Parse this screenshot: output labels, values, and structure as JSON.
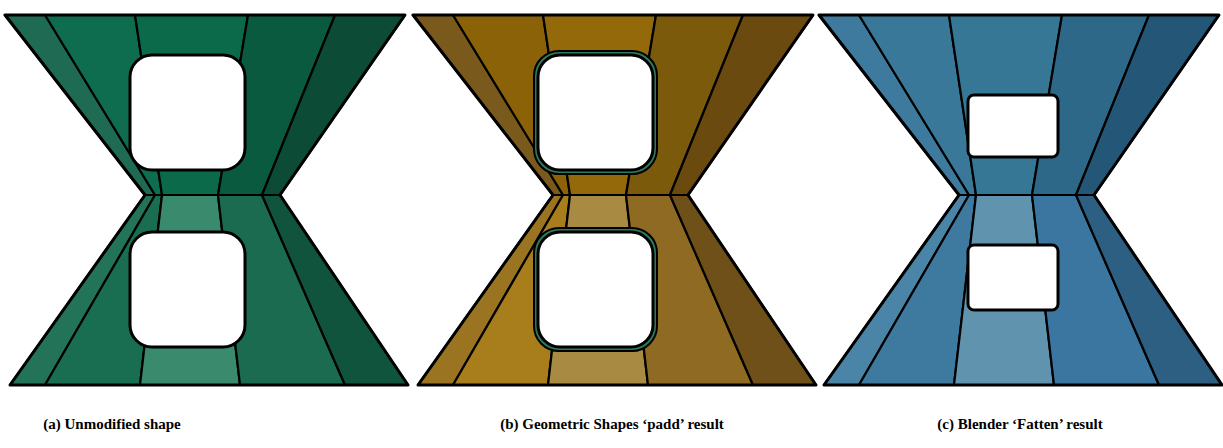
{
  "diagram": {
    "labels": [
      "(a) Unmodified shape",
      "(b) Geometric Shapes ‘padd’ result",
      "(c) Blender ‘Fatten’ result"
    ]
  }
}
